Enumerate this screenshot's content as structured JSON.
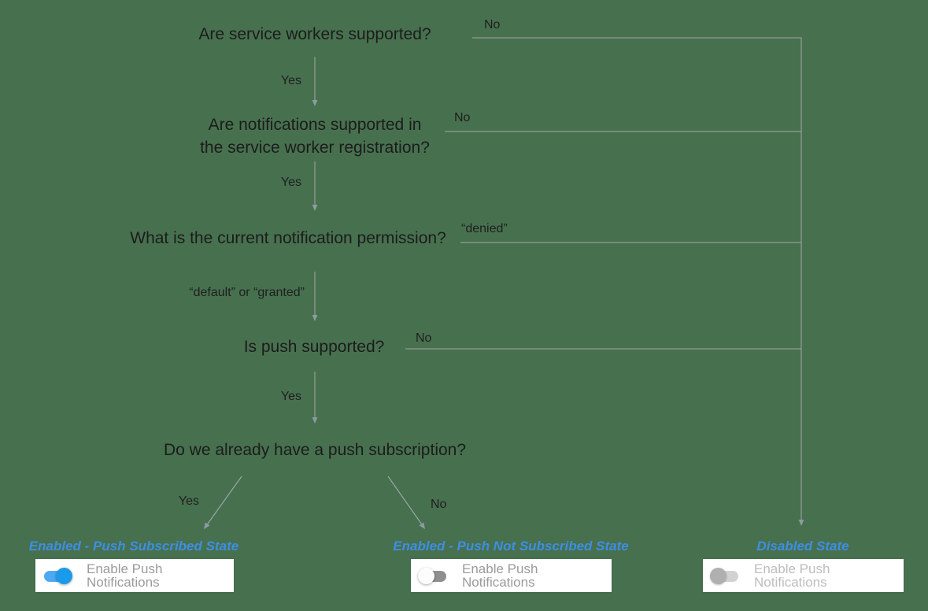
{
  "title": "Push notification permission decision flowchart",
  "colors": {
    "background": "#47704f",
    "connector_line": "#a6a6a6",
    "diagonal_line": "#9aa6aa",
    "arrowhead": "#8c9ca2",
    "question_text": "#1c1c1c",
    "state_title_blue": "#3e8ee4",
    "card_background": "#ffffff",
    "card_text": "#9b9b9b",
    "card_text_disabled": "#bdbdbd",
    "toggle_on_thumb": "#1b9ae9",
    "toggle_on_track": "#4daaf2",
    "toggle_off_thumb": "#fcfcfc",
    "toggle_off_track": "#8f8f8f",
    "toggle_disabled_thumb": "#b0b0b0",
    "toggle_disabled_track": "#d2d2d2"
  },
  "questions": {
    "q1": {
      "text": "Are service workers supported?"
    },
    "q2": {
      "lines": [
        "Are notifications supported in",
        "the service worker registration?"
      ]
    },
    "q3": {
      "text": "What is the current notification permission?"
    },
    "q4": {
      "text": "Is push supported?"
    },
    "q5": {
      "text": "Do we already have a push subscription?"
    }
  },
  "edge_labels": {
    "q1_yes": "Yes",
    "q1_no": "No",
    "q2_yes": "Yes",
    "q2_no": "No",
    "q3_default_granted": "“default” or “granted”",
    "q3_denied": "“denied”",
    "q4_yes": "Yes",
    "q4_no": "No",
    "q5_yes": "Yes",
    "q5_no": "No"
  },
  "states": [
    {
      "title": "Enabled - Push Subscribed State",
      "toggle": "on",
      "button_label": "Enable Push Notifications"
    },
    {
      "title": "Enabled - Push Not Subscribed State",
      "toggle": "off",
      "button_label": "Enable Push Notifications"
    },
    {
      "title": "Disabled State",
      "toggle": "disabled",
      "button_label": "Enable Push Notifications"
    }
  ]
}
